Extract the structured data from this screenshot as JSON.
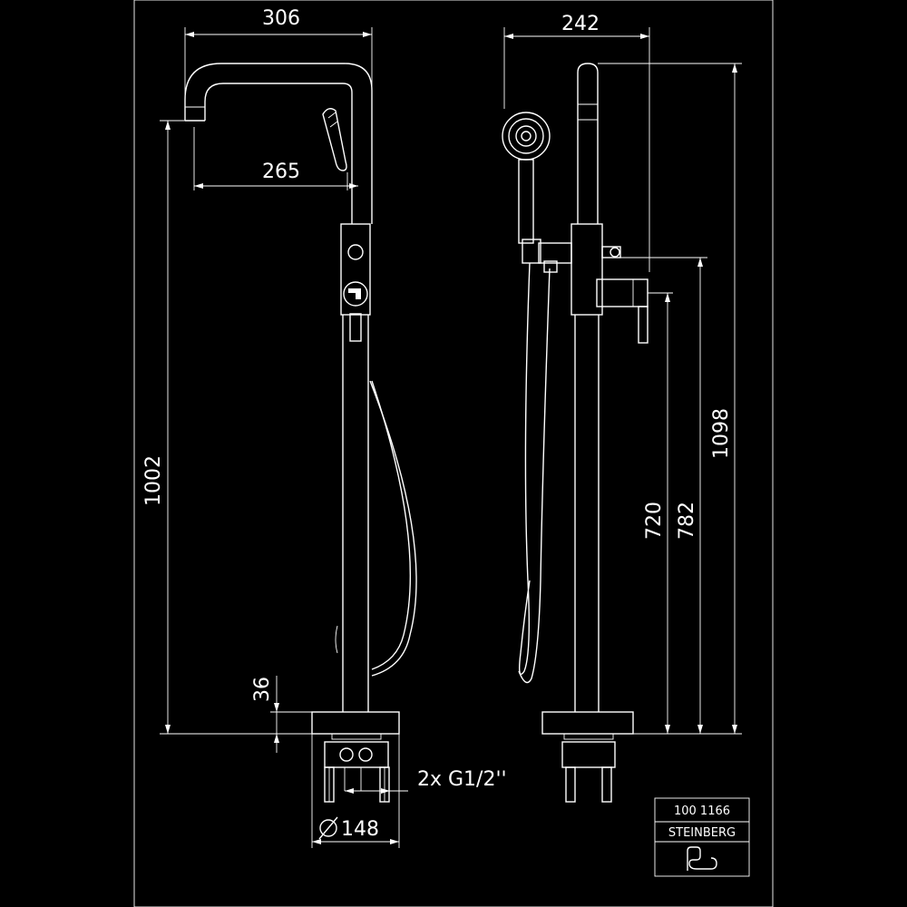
{
  "dimensions": {
    "width_top": "306",
    "spout_reach": "265",
    "side_width": "242",
    "total_height": "1098",
    "spout_height": "1002",
    "connection_height_1": "720",
    "connection_height_2": "782",
    "base_height": "36",
    "connections": "2x G1/2''",
    "base_diameter": "148"
  },
  "title_block": {
    "article_number": "100 1166",
    "brand": "STEINBERG"
  },
  "colors": {
    "background": "#000000",
    "line": "#ffffff"
  },
  "icons": [
    "diameter-symbol",
    "brand-logo-icon"
  ]
}
